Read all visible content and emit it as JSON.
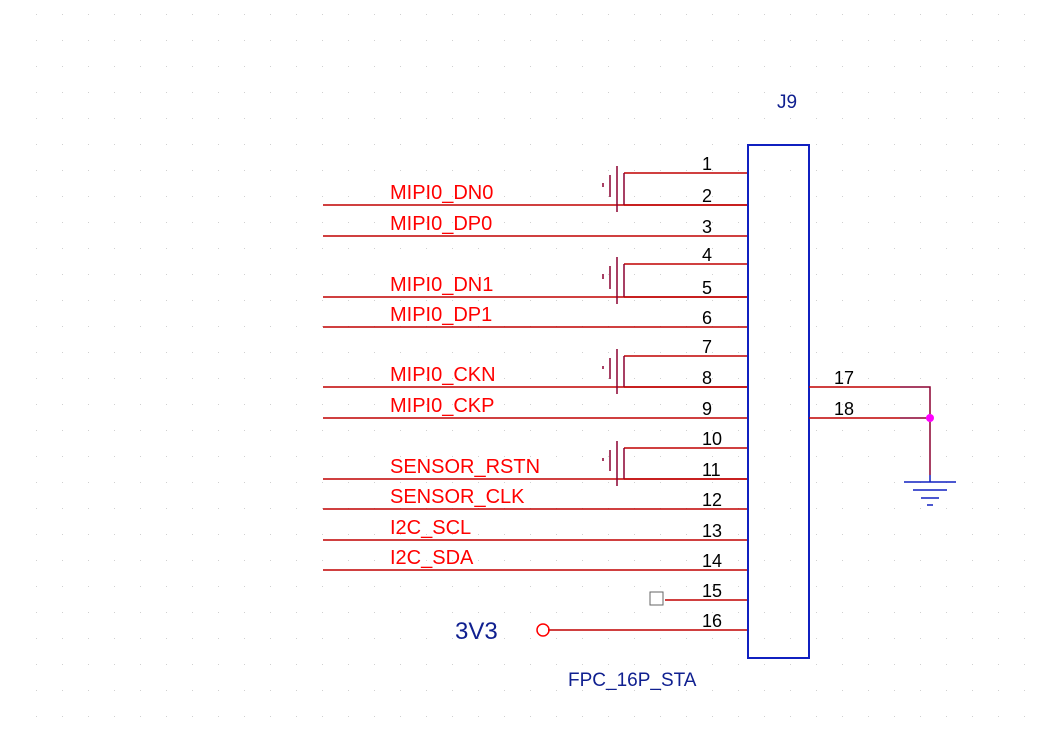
{
  "component": {
    "designator": "J9",
    "value": "FPC_16P_STA",
    "pins": [
      {
        "number": "1",
        "net": "",
        "connection": "gnd"
      },
      {
        "number": "2",
        "net": "MIPI0_DN0",
        "connection": "net"
      },
      {
        "number": "3",
        "net": "MIPI0_DP0",
        "connection": "net"
      },
      {
        "number": "4",
        "net": "",
        "connection": "gnd"
      },
      {
        "number": "5",
        "net": "MIPI0_DN1",
        "connection": "net"
      },
      {
        "number": "6",
        "net": "MIPI0_DP1",
        "connection": "net"
      },
      {
        "number": "7",
        "net": "",
        "connection": "gnd"
      },
      {
        "number": "8",
        "net": "MIPI0_CKN",
        "connection": "net"
      },
      {
        "number": "9",
        "net": "MIPI0_CKP",
        "connection": "net"
      },
      {
        "number": "10",
        "net": "",
        "connection": "gnd"
      },
      {
        "number": "11",
        "net": "SENSOR_RSTN",
        "connection": "net"
      },
      {
        "number": "12",
        "net": "SENSOR_CLK",
        "connection": "net"
      },
      {
        "number": "13",
        "net": "I2C_SCL",
        "connection": "net"
      },
      {
        "number": "14",
        "net": "I2C_SDA",
        "connection": "net"
      },
      {
        "number": "15",
        "net": "",
        "connection": "nc"
      },
      {
        "number": "16",
        "net": "",
        "connection": "power"
      }
    ],
    "mount_pins": [
      "17",
      "18"
    ]
  },
  "power": {
    "label": "3V3"
  },
  "colors": {
    "wire": "#c00000",
    "net_text": "#ff0000",
    "body": "#1020c0",
    "power_text": "#102090",
    "symbol": "#8b0030",
    "junction": "#ff00ff",
    "pin_text": "#000000",
    "grid_dot": "#d0d0d0"
  }
}
